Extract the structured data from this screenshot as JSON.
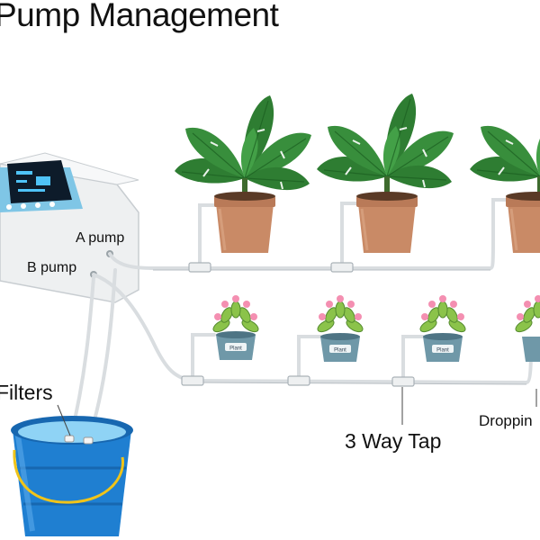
{
  "title": "Pump Management",
  "labels": {
    "a_pump": "A pump",
    "b_pump": "B pump",
    "filters": "Filters",
    "three_way_tap": "3 Way Tap",
    "dropping": "Droppin"
  },
  "pot_label": "Plant",
  "colors": {
    "tube": "#d9dde0",
    "bucket": "#1f7fd1",
    "water": "#8fd3f5",
    "handle": "#f0c419",
    "leaf": "#2e7d32",
    "terracotta": "#c98a66",
    "planter": "#6f98a8",
    "pump_screen": "#0d1b2a",
    "pump_panel": "#7fc6e6"
  }
}
